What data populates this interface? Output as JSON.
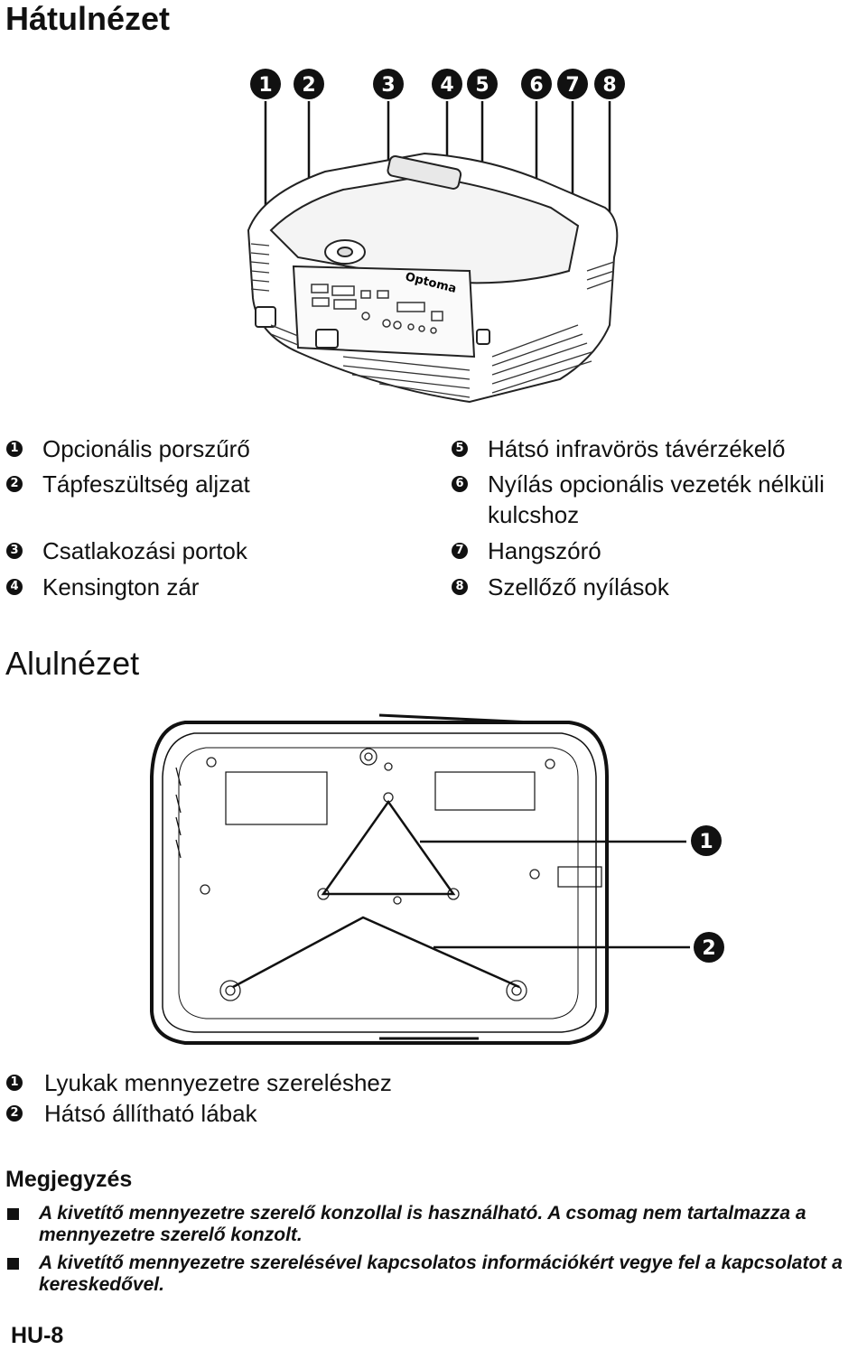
{
  "sections": {
    "rear_title": "Hátulnézet",
    "bottom_title": "Alulnézet"
  },
  "rear_callouts": [
    "1",
    "2",
    "3",
    "4",
    "5",
    "6",
    "7",
    "8"
  ],
  "brand_text": "Optoma",
  "rear_legend": [
    {
      "num": "1",
      "text": "Opcionális porszűrő"
    },
    {
      "num": "2",
      "text": "Tápfeszültség aljzat"
    },
    {
      "num": "3",
      "text": "Csatlakozási portok"
    },
    {
      "num": "4",
      "text": "Kensington zár"
    },
    {
      "num": "5",
      "text": "Hátsó infravörös távérzékelő"
    },
    {
      "num": "6",
      "text": "Nyílás opcionális vezeték nélküli kulcshoz"
    },
    {
      "num": "7",
      "text": "Hangszóró"
    },
    {
      "num": "8",
      "text": "Szellőző nyílások"
    }
  ],
  "bottom_callouts": [
    "1",
    "2"
  ],
  "bottom_legend": [
    {
      "num": "1",
      "text": "Lyukak mennyezetre szereléshez"
    },
    {
      "num": "2",
      "text": "Hátsó állítható lábak"
    }
  ],
  "notes": {
    "heading": "Megjegyzés",
    "items": [
      "A kivetítő mennyezetre szerelő konzollal is használható. A csomag nem tartalmazza a mennyezetre szerelő konzolt.",
      "A kivetítő mennyezetre szerelésével kapcsolatos információkért vegye fel a kapcsolatot a kereskedővel."
    ]
  },
  "footer": {
    "page": "HU-8"
  }
}
